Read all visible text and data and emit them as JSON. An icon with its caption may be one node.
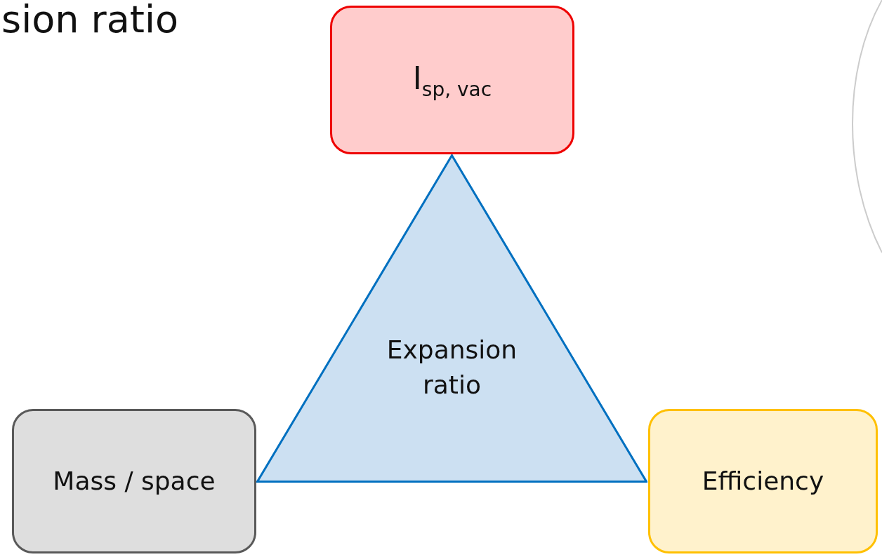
{
  "diagram": {
    "title": "sion ratio",
    "nodes": [
      {
        "text": [
          "I$_{sp, vac}$"
        ]
      },
      {
        "text": [
          "Expansion ratio"
        ]
      },
      {
        "text": [
          "Mass / space"
        ]
      },
      {
        "text": [
          "Efficiency"
        ]
      }
    ]
  }
}
